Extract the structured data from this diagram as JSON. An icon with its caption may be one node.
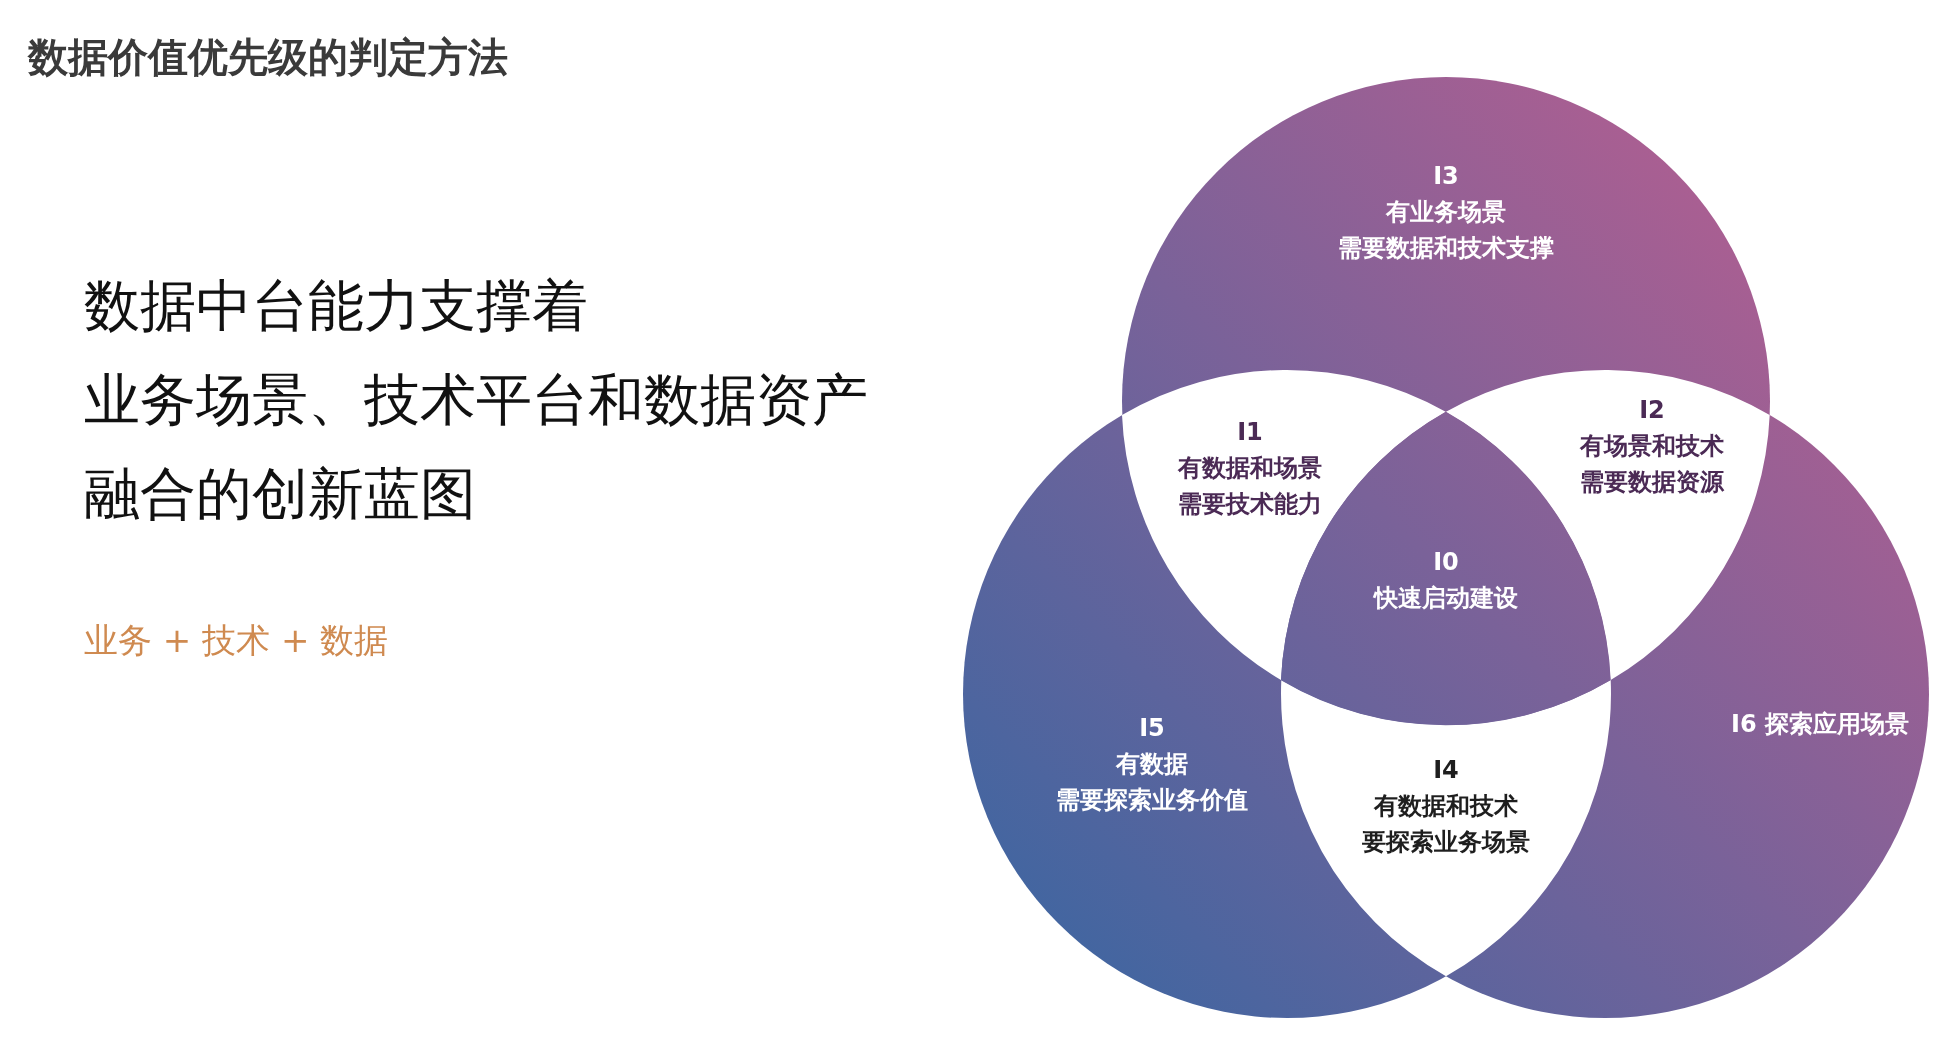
{
  "diagram": {
    "title": "数据价值优先级的判定方法",
    "nodes": [
      {
        "text": [
          "I3",
          "有业务场景",
          "需要数据和技术支撑"
        ]
      },
      {
        "text": [
          "I1",
          "有数据和场景",
          "需要技术能力"
        ]
      },
      {
        "text": [
          "I2",
          "有场景和技术",
          "需要数据资源"
        ]
      },
      {
        "text": [
          "I0",
          "快速启动建设"
        ]
      },
      {
        "text": [
          "I5",
          "有数据",
          "需要探索业务价值"
        ]
      },
      {
        "text": [
          "I4",
          "有数据和技术",
          "要探索业务场景"
        ]
      },
      {
        "text": [
          "I6 探索应用场景"
        ]
      }
    ],
    "labels": [
      "数据中台能力支撑着",
      "业务场景、技术平台和数据资产",
      "融合的创新蓝图",
      "业务 + 技术 + 数据"
    ]
  }
}
